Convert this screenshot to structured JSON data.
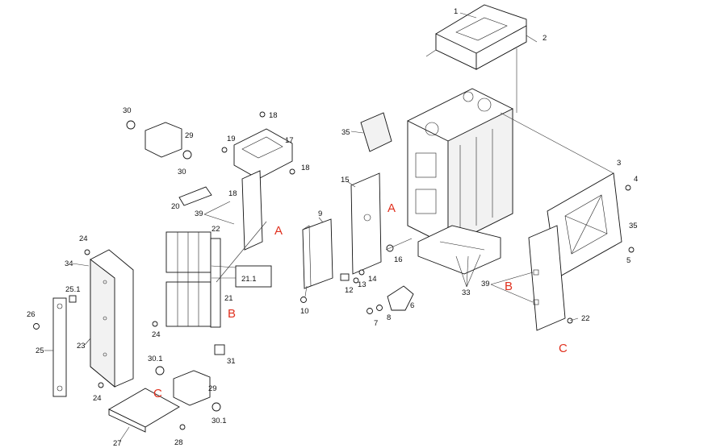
{
  "diagram": {
    "part_numbers": {
      "p1": "1",
      "p2": "2",
      "p3": "3",
      "p4": "4",
      "p5": "5",
      "p6": "6",
      "p7": "7",
      "p8": "8",
      "p9": "9",
      "p10": "10",
      "p12": "12",
      "p13": "13",
      "p14": "14",
      "p15": "15",
      "p16": "16",
      "p17": "17",
      "p18a": "18",
      "p18b": "18",
      "p18c": "18",
      "p19": "19",
      "p20": "20",
      "p21": "21",
      "p21_1": "21.1",
      "p22a": "22",
      "p22b": "22",
      "p23": "23",
      "p24a": "24",
      "p24b": "24",
      "p24c": "24",
      "p25": "25",
      "p25_1": "25.1",
      "p26": "26",
      "p27": "27",
      "p28": "28",
      "p29a": "29",
      "p29b": "29",
      "p30a": "30",
      "p30b": "30",
      "p30_1a": "30.1",
      "p30_1b": "30.1",
      "p31": "31",
      "p33": "33",
      "p34": "34",
      "p35a": "35",
      "p35b": "35",
      "p39a": "39",
      "p39b": "39"
    },
    "references": {
      "a1": "A",
      "a2": "A",
      "b1": "B",
      "b2": "B",
      "c1": "C",
      "c2": "C"
    }
  }
}
